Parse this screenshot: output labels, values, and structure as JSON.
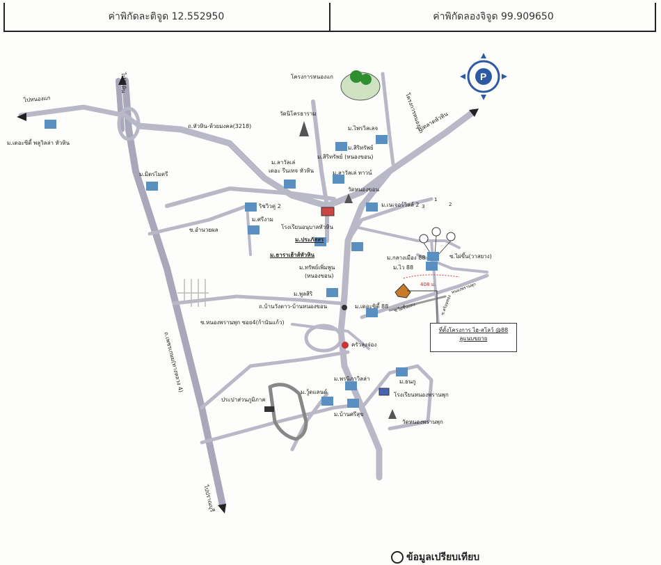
{
  "header": {
    "latitude": "ค่าพิกัดละติจูด 12.552950",
    "longitude": "ค่าพิกัดลองจิจูด 99.909650"
  },
  "colors": {
    "road": "#b9b8c6",
    "road_edge": "#8f8ea0",
    "building_blue": "#4a7fb8",
    "building_green": "#3b8a3b"
  },
  "places": {
    "project_site": "ที่ตั้งโครงการ ไฮ-สโลว์ @88",
    "project_site_sub": "ลูแนบขยาย",
    "to_nong_kae": "ไปหนองแก",
    "to_hua_hin_north": "ไปหัวหิน",
    "hua_hin_market": "ไปตลาดหัวหิน",
    "road_3218": "ถ.หัวหิน-ห้วยมงคล(3218)",
    "nong_khon_project": "โครงการหนองแก",
    "wat_nikhom": "วัดนิโครธาราม",
    "wat_nong_khon": "วัดหนองขอน",
    "m_the_city": "ม.เดอะซิตี้ พลูวิลล่า หัวหิน",
    "m_mitmai": "ม.มิตรไมตรี",
    "m_laval": "ม.ลาวัลเล่",
    "m_laval_sub": "เดอะ รีนเทจ หัวหิน",
    "m_sirisub": "ม.สิริทรัพย์",
    "m_sirisub_2": "ม.สิริทรัพย์ (หนองขอน)",
    "m_laval_tower": "ม.ลาวัลเล่ ทาวน์",
    "m_nature": "ม.เนเจอร์วิลล์ 2",
    "m_pinklao": "ม.ไพรวิลเลจ",
    "m_rimview": "ริชวิวคู่ 2",
    "m_sriram": "ม.ศรีงาม",
    "s_amnuay": "ซ.อำนวยผล",
    "school": "โรงเรียนอนุบาลหัวหิน",
    "m_prasit": "ม.ประภัสสร",
    "m_tara": "ม.ธาราเฮ้าส์หัวหิน",
    "m_phetphoonphun": "ม.ทรัพย์เพิ่มพูน",
    "m_phetphoonphun_sub": "(หนองขอน)",
    "m_klang_muang": "ม.กลางเมือง 88",
    "m_wai": "ม.ไว 88",
    "s_wai_mairua": "ซ.ไผ่ขึ้น(วาสยาง)",
    "m_phoolsiri": "ม.พูลสิริ",
    "ban_wangtao": "ถ.บ้านวังตาว-บ้านหนองขอน",
    "m_the_city88": "ม.เดอะซิตี้ 88",
    "s_nong_pran": "ซ.หนองพรานพุก ซอย4(ก้านันแก้ว)",
    "kreua_lung_jong": "ครัวลุงจ่อง",
    "m_pranthong": "ม.พรนิภาวิลล่า",
    "m_wood_land": "ม.วู้ดแลนด์",
    "m_dhanu": "ม.ธนภู",
    "school_nong_pran": "โรงเรียนหนองพรานพุก",
    "m_ban_srisuk": "ม.บ้านศรีสุข",
    "wat_nong_pran": "วัดหนองพรานพุก",
    "water_plant": "ประปาส่วนภูมิภาค",
    "petchkasem": "ถ.เพชรเกษม(ทางหลวง 4)",
    "to_pranburi": "ไปปราณบุรี",
    "distance": "408 ม.",
    "nong_pran_road": "หนองพรานพุก",
    "rong_phae": "ซ.ไผ่ขึ้นแดง",
    "s_sroi": "ซ.สร้อยทอง",
    "circle_1": "1",
    "circle_2": "2",
    "circle_3": "3"
  },
  "legend": {
    "label": "ข้อมูลเปรียบเทียบ"
  }
}
